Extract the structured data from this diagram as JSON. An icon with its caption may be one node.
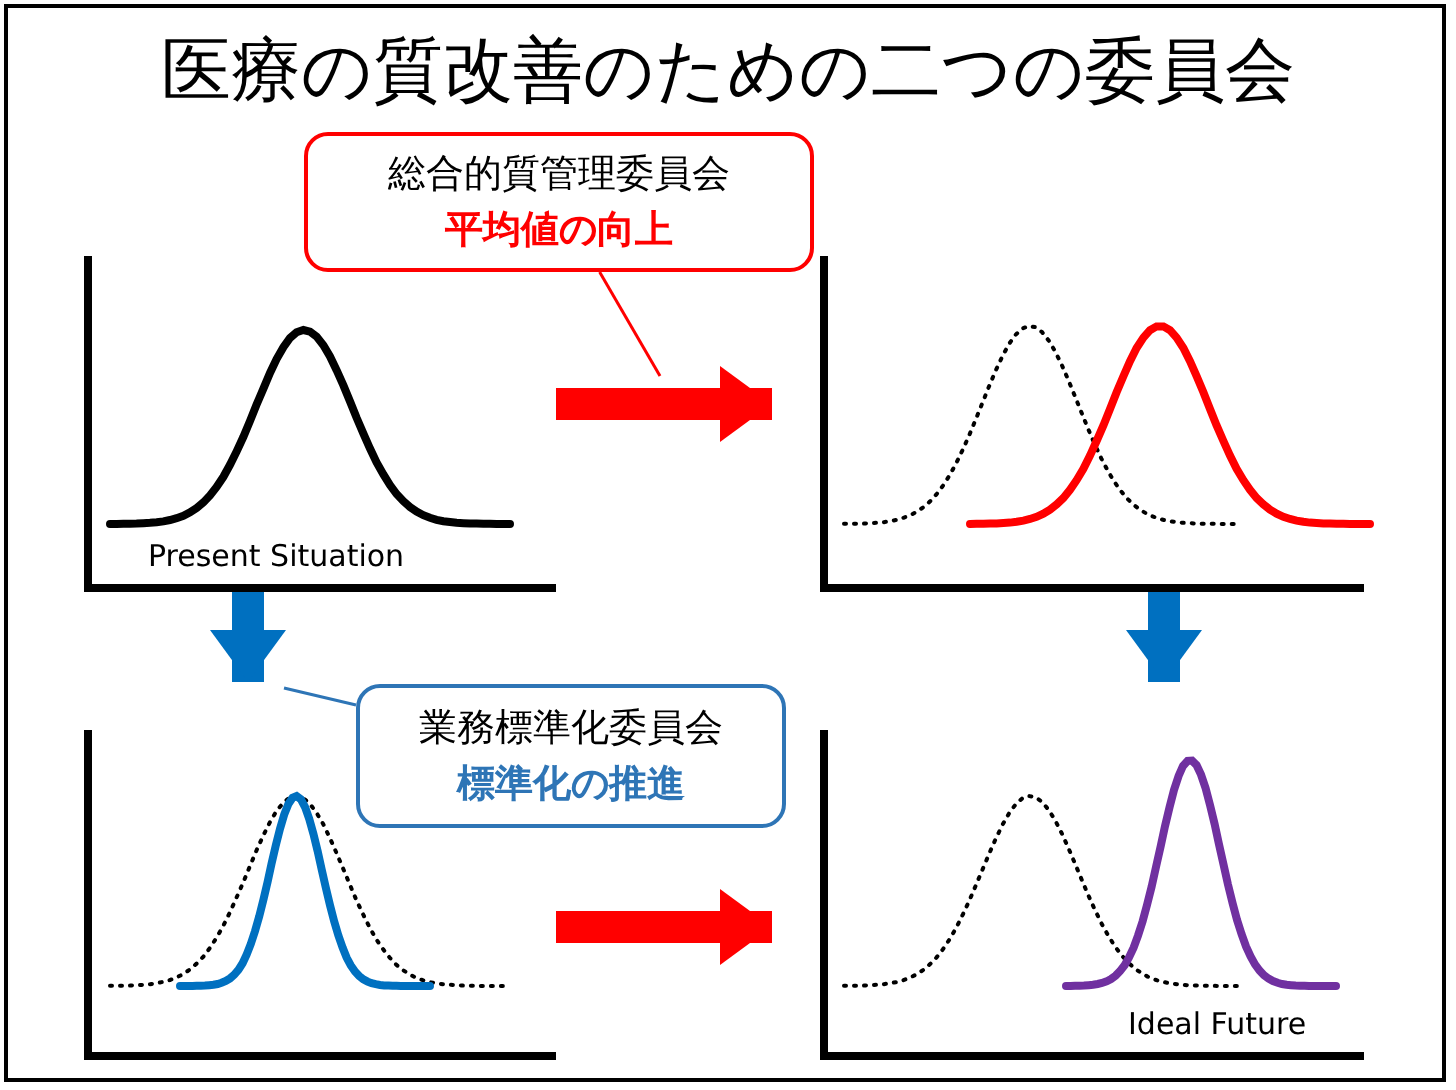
{
  "diagram": {
    "title": "医療の質改善のための二つの委員会",
    "nodes": [
      {
        "text": [
          "総合的質管理委員会",
          "平均値の向上"
        ]
      },
      {
        "text": [
          "Present Situation"
        ]
      },
      {
        "text": [],
        "shape": "picture"
      },
      {
        "text": [
          "業務標準化委員会",
          "標準化の推進"
        ]
      },
      {
        "text": [],
        "shape": "picture"
      },
      {
        "text": [
          "Ideal Future"
        ]
      }
    ],
    "edges": [
      {
        "from": 1,
        "to": 2,
        "arrow": "to",
        "color": "#ff0000"
      },
      {
        "from": 1,
        "to": 4,
        "arrow": "to",
        "color": "#0070c0"
      },
      {
        "from": 4,
        "to": 5,
        "arrow": "to",
        "color": "#ff0000"
      },
      {
        "from": 2,
        "to": 5,
        "arrow": "to",
        "color": "#0070c0"
      },
      {
        "from": 0,
        "to": null,
        "arrow": "none",
        "color": "#ff0000"
      },
      {
        "from": 3,
        "to": null,
        "arrow": "none",
        "color": "#2e75b6"
      }
    ]
  }
}
